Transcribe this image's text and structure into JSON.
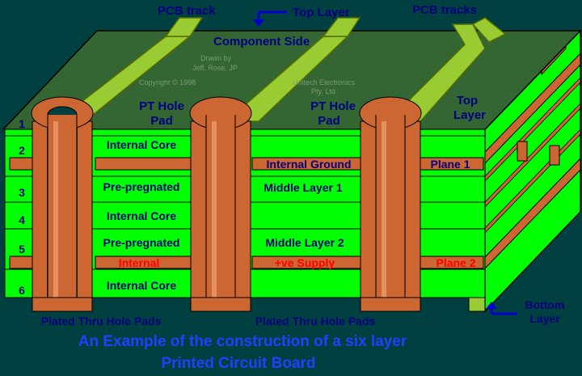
{
  "labels": {
    "pcb_track": "PCB track",
    "top_layer": "Top Layer",
    "pcb_tracks": "PCB tracks",
    "component_side": "Component Side",
    "drawn_by": [
      "Drawn by",
      "Jeff. Rose. JP"
    ],
    "copyright": "Copyright © 1998",
    "unitech": [
      "Unitech Electronics",
      "Pty. Ltd"
    ],
    "pt_hole_pad_1": [
      "PT Hole",
      "Pad"
    ],
    "pt_hole_pad_2": [
      "PT Hole",
      "Pad"
    ],
    "top_layer_side": [
      "Top",
      "Layer"
    ],
    "bottom_layer": [
      "Bottom",
      "Layer"
    ],
    "plated_1": "Plated Thru Hole Pads",
    "plated_2": "Plated Thru Hole Pads"
  },
  "layer_numbers": [
    "1",
    "2",
    "3",
    "4",
    "5",
    "6"
  ],
  "col1": [
    "Internal Core",
    "Pre-pregnated",
    "Internal Core",
    "Pre-pregnated",
    "Internal",
    "Internal Core"
  ],
  "col2": [
    "Internal Ground",
    "Middle Layer 1",
    "Middle Layer 2",
    "+ve Supply"
  ],
  "col3": [
    "Plane 1",
    "Plane 2"
  ],
  "title": [
    "An Example of the construction of a  six layer",
    "Printed Circuit Board"
  ],
  "colors": {
    "background": "#004040",
    "green": "#00ff00",
    "dark_green": "#336633",
    "copper": "#cc6633",
    "copper_light": "#e59060",
    "track": "#99cc33",
    "navy_text": "#000080",
    "title_blue": "#2040ff",
    "red_text": "#ff0000"
  }
}
